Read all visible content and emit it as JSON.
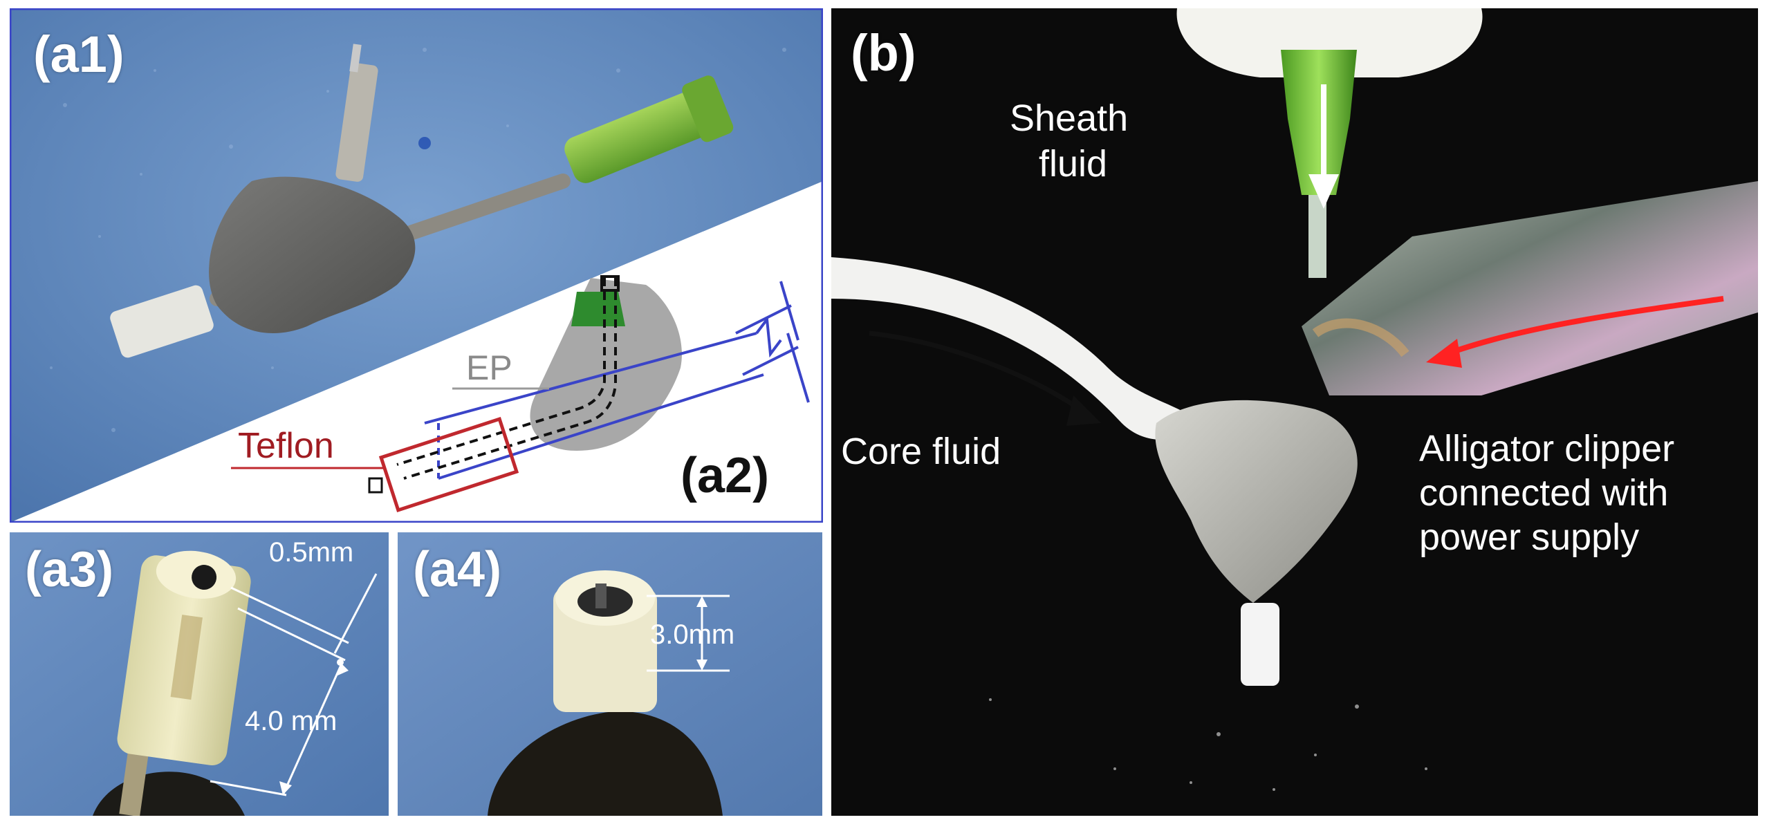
{
  "panels": {
    "a1": {
      "label": "(a1)"
    },
    "a2": {
      "label": "(a2)",
      "ep_label": "EP",
      "teflon_label": "Teflon",
      "frame_color": "#3a44c8"
    },
    "a3": {
      "label": "(a3)",
      "dim_top": "0.5mm",
      "dim_length": "4.0 mm"
    },
    "a4": {
      "label": "(a4)",
      "dim_height": "3.0mm"
    },
    "b": {
      "label": "(b)",
      "sheath_label_line1": "Sheath",
      "sheath_label_line2": "fluid",
      "core_label": "Core fluid",
      "clipper_line1": "Alligator clipper",
      "clipper_line2": "connected with",
      "clipper_line3": "power supply",
      "arrow_color": "#ff2222"
    }
  },
  "colors": {
    "blue_background": "#5f86b8",
    "dark_background": "#0b0b0b",
    "needle_green": "#7fc33b",
    "epoxy_gray": "#6c6c6c",
    "teflon_red": "#c0282e"
  }
}
